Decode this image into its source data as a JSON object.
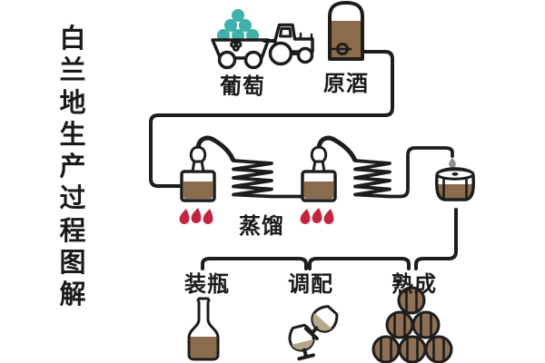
{
  "title": "白兰地生产过程图解",
  "stages": {
    "grapes": "葡萄",
    "base_wine": "原酒",
    "distillation": "蒸馏",
    "aging": "熟成",
    "blending": "调配",
    "bottling": "装瓶"
  },
  "process_flow": [
    "葡萄",
    "原酒",
    "蒸馏",
    "熟成",
    "调配",
    "装瓶"
  ],
  "colors": {
    "line": "#1d1d1b",
    "text": "#1a1a1a",
    "liquid_brown": "#8a6c4c",
    "barrel_brown": "#8d7055",
    "grape_teal": "#3fb1aa",
    "flame_red": "#c52440",
    "drop_grey": "#8f8f8f",
    "glass_liquid": "#b5a78c"
  }
}
